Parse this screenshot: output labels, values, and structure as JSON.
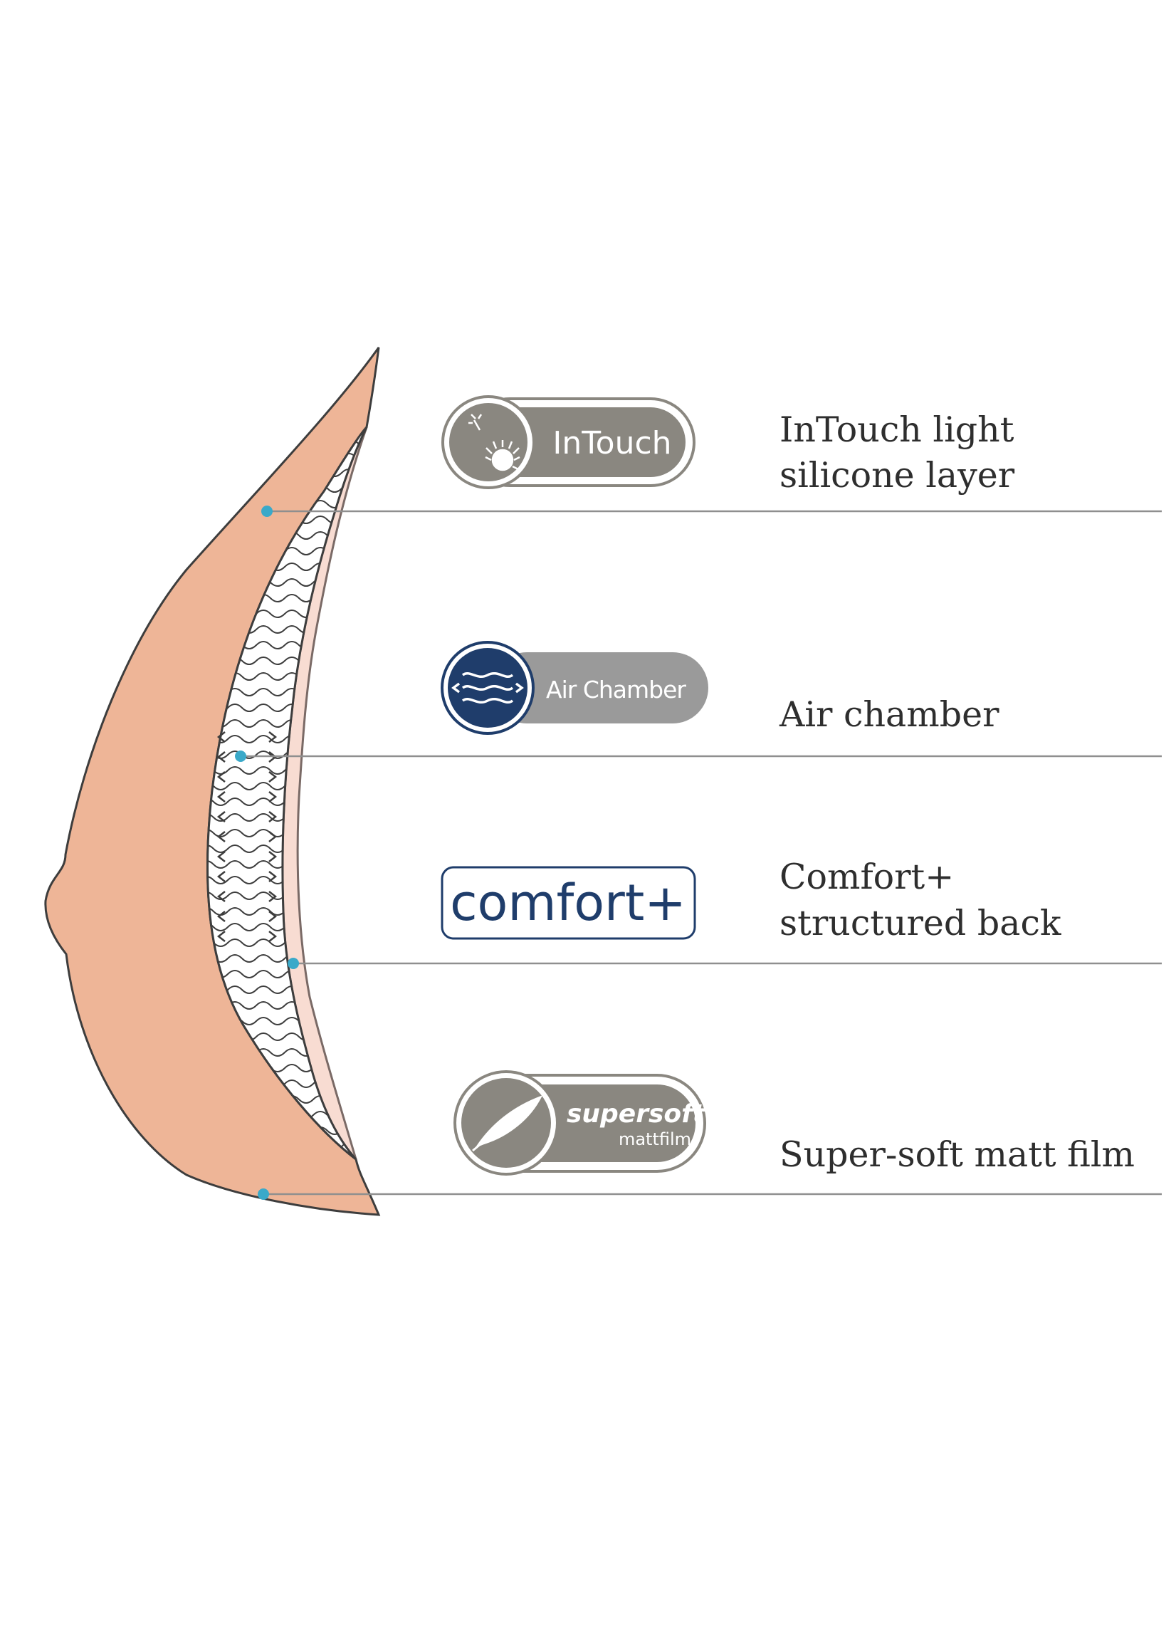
{
  "layers": [
    {
      "badge": "InTouch",
      "label_line1": "InTouch light",
      "label_line2": "silicone layer",
      "icon": "dandelion-icon"
    },
    {
      "badge": "Air Chamber",
      "label_line1": "",
      "label_line2": "Air chamber",
      "icon": "airflow-waves-icon"
    },
    {
      "badge": "comfort+",
      "label_line1": "Comfort+",
      "label_line2": "structured back",
      "icon": ""
    },
    {
      "badge_line1": "supersoft",
      "badge_line2": "mattfilm",
      "label_line1": "",
      "label_line2": "Super-soft matt film",
      "icon": "feather-icon"
    }
  ],
  "colors": {
    "skin": "#eeb597",
    "outline": "#3d3d3d",
    "leader_dot": "#3aa9c9",
    "badge_grey": "#8a8780",
    "air_navy": "#1f3d6b",
    "air_grey": "#9a9a9a",
    "comfort_blue": "#1f3d6b",
    "back_pink": "#f8dcd2"
  }
}
